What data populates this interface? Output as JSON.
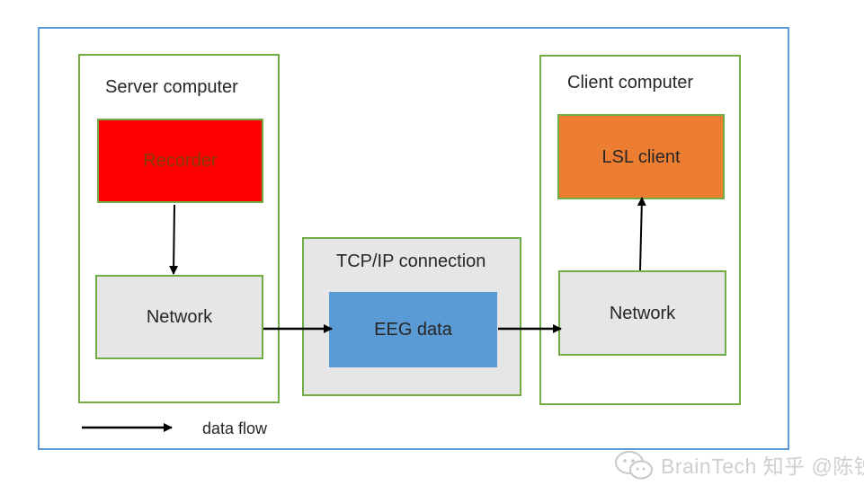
{
  "diagram": {
    "server": {
      "title": "Server computer",
      "recorder_label": "Recorder",
      "network_label": "Network"
    },
    "tcp": {
      "title": "TCP/IP connection",
      "eeg_label": "EEG data"
    },
    "client": {
      "title": "Client computer",
      "lsl_label": "LSL client",
      "network_label": "Network"
    },
    "legend": {
      "label": "data flow"
    }
  },
  "watermark": {
    "text": "BrainTech 知乎 @陈锐",
    "icon": "wechat-icon"
  },
  "colors": {
    "outer_border": "#5b9bd5",
    "group_border": "#70ad47",
    "recorder_fill": "#ff0000",
    "lsl_fill": "#ed7d31",
    "eeg_fill": "#5b9bd5",
    "network_fill": "#e7e6e6"
  }
}
